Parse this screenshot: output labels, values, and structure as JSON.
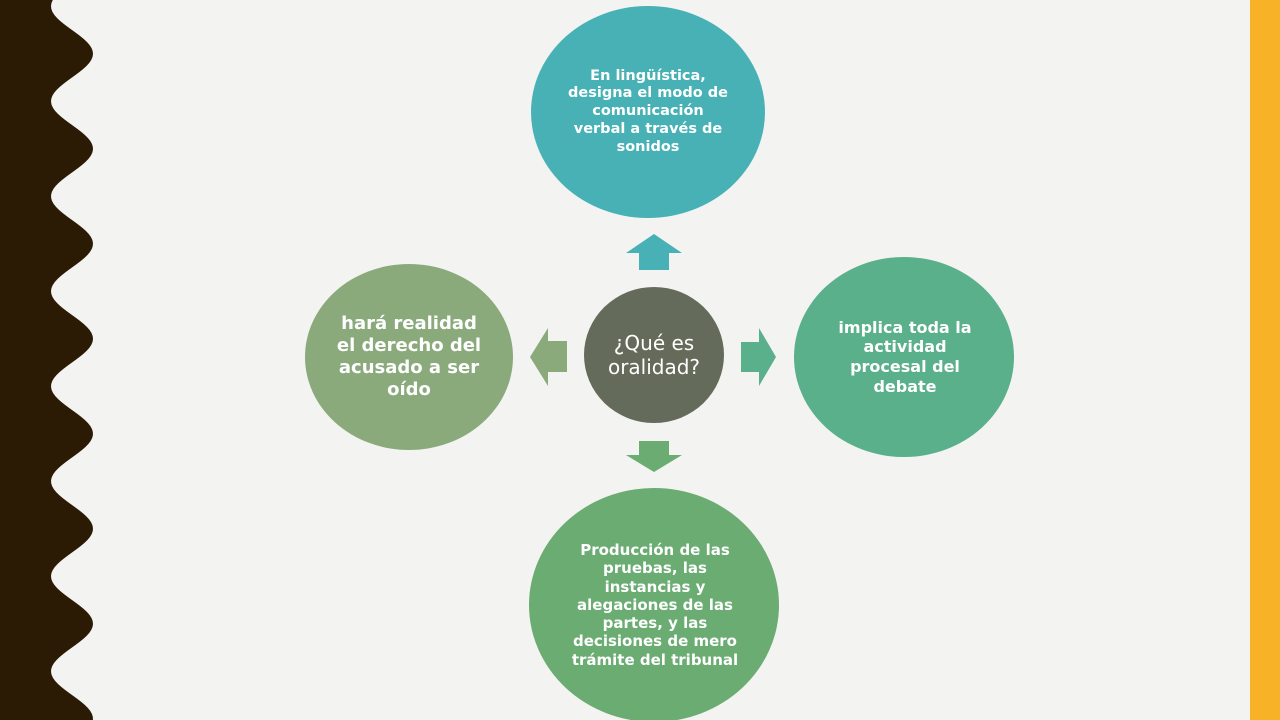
{
  "colors": {
    "background": "#f3f3f1",
    "left_border": "#2b1a04",
    "right_stripe": "#f7b227",
    "center_node": "#646b5a",
    "top_node": "#48b1b6",
    "right_node": "#5ab08b",
    "bottom_node": "#6aac72",
    "left_node": "#8aaa7c",
    "text": "#ffffff"
  },
  "diagram": {
    "center": {
      "label": "¿Qué es oralidad?"
    },
    "top": {
      "label": "En lingüística, designa el modo de comunicación verbal a través de sonidos"
    },
    "right": {
      "label": "implica toda la actividad procesal del debate"
    },
    "bottom": {
      "label": "Producción de las pruebas, las instancias y alegaciones de las partes, y las decisiones de mero trámite del tribunal"
    },
    "left": {
      "label": "hará realidad el derecho del acusado a ser oído"
    }
  }
}
